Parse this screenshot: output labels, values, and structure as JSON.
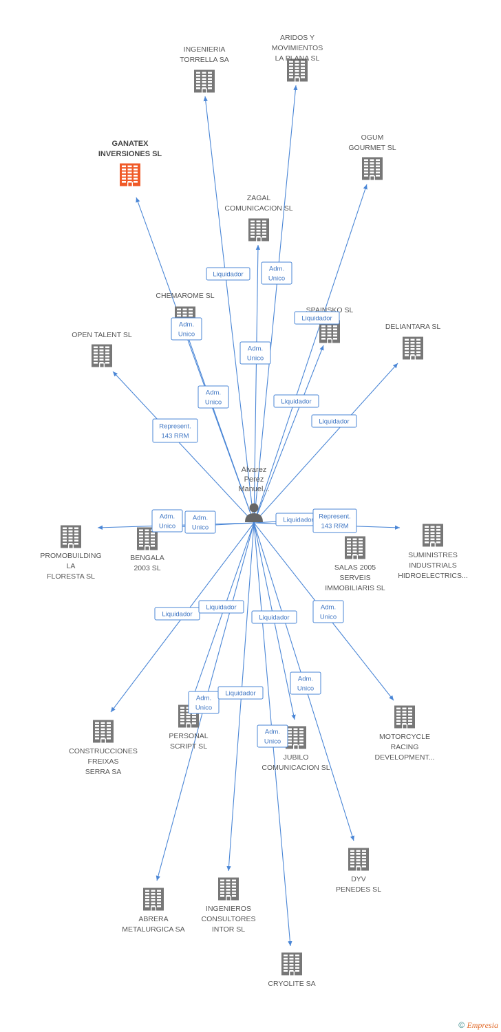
{
  "person": {
    "name_lines": [
      "Alvarez",
      "Perez",
      "Manuel..."
    ]
  },
  "companies": [
    {
      "id": "ingenieria",
      "label": [
        "INGENIERIA",
        "TORRELLA SA"
      ]
    },
    {
      "id": "aridos",
      "label": [
        "ARIDOS Y",
        "MOVIMIENTOS",
        "LA PLANA SL"
      ]
    },
    {
      "id": "ganatex",
      "label": [
        "GANATEX",
        "INVERSIONES SL"
      ],
      "highlight": true
    },
    {
      "id": "ogum",
      "label": [
        "OGUM",
        "GOURMET SL"
      ]
    },
    {
      "id": "zagal",
      "label": [
        "ZAGAL",
        "COMUNICACION SL"
      ]
    },
    {
      "id": "chemarome",
      "label": [
        "CHEMAROME SL"
      ]
    },
    {
      "id": "spainsko",
      "label": [
        "SPAINSKO SL"
      ]
    },
    {
      "id": "open_talent",
      "label": [
        "OPEN TALENT SL"
      ]
    },
    {
      "id": "deliantara",
      "label": [
        "DELIANTARA SL"
      ]
    },
    {
      "id": "promobuilding",
      "label": [
        "PROMOBUILDING",
        "LA",
        "FLORESTA SL"
      ]
    },
    {
      "id": "bengala",
      "label": [
        "BENGALA",
        "2003 SL"
      ]
    },
    {
      "id": "salas",
      "label": [
        "SALAS 2005",
        "SERVEIS",
        "IMMOBILIARIS SL"
      ]
    },
    {
      "id": "suministres",
      "label": [
        "SUMINISTRES",
        "INDUSTRIALS",
        "HIDROELECTRICS..."
      ]
    },
    {
      "id": "construcciones",
      "label": [
        "CONSTRUCCIONES",
        "FREIXAS",
        "SERRA SA"
      ]
    },
    {
      "id": "personal",
      "label": [
        "PERSONAL",
        "SCRIPT SL"
      ]
    },
    {
      "id": "motorcycle",
      "label": [
        "MOTORCYCLE",
        "RACING",
        "DEVELOPMENT..."
      ]
    },
    {
      "id": "jubilo",
      "label": [
        "JUBILO",
        "COMUNICACION SL"
      ]
    },
    {
      "id": "dyv",
      "label": [
        "DYV",
        "PENEDES SL"
      ]
    },
    {
      "id": "abrera",
      "label": [
        "ABRERA",
        "METALURGICA SA"
      ]
    },
    {
      "id": "ingenieros",
      "label": [
        "INGENIEROS",
        "CONSULTORES",
        "INTOR SL"
      ]
    },
    {
      "id": "cryolite",
      "label": [
        "CRYOLITE SA"
      ]
    }
  ],
  "edges": [
    {
      "to": "ingenieria",
      "role": [
        "Liquidador"
      ]
    },
    {
      "to": "aridos",
      "role": [
        "Adm.",
        "Unico"
      ]
    },
    {
      "to": "ganatex",
      "role": [
        "Adm.",
        "Unico"
      ]
    },
    {
      "to": "ogum",
      "role": [
        "Liquidador"
      ]
    },
    {
      "to": "zagal",
      "role": [
        "Adm.",
        "Unico"
      ]
    },
    {
      "to": "chemarome",
      "role": [
        "Adm.",
        "Unico"
      ]
    },
    {
      "to": "spainsko",
      "role": [
        "Liquidador"
      ]
    },
    {
      "to": "open_talent",
      "role": [
        "Represent.",
        "143 RRM"
      ]
    },
    {
      "to": "deliantara",
      "role": [
        "Liquidador"
      ]
    },
    {
      "to": "promobuilding",
      "role": [
        "Adm.",
        "Unico"
      ]
    },
    {
      "to": "bengala",
      "role": [
        "Adm.",
        "Unico"
      ]
    },
    {
      "to": "salas",
      "role": [
        "Liquidador"
      ]
    },
    {
      "to": "suministres",
      "role": [
        "Represent.",
        "143 RRM"
      ]
    },
    {
      "to": "construcciones",
      "role": [
        "Liquidador"
      ]
    },
    {
      "to": "personal",
      "role": [
        "Adm.",
        "Unico"
      ]
    },
    {
      "to": "motorcycle",
      "role": [
        "Adm.",
        "Unico"
      ]
    },
    {
      "to": "jubilo",
      "role": [
        "Liquidador"
      ]
    },
    {
      "to": "dyv",
      "role": [
        "Adm.",
        "Unico"
      ]
    },
    {
      "to": "abrera",
      "role": [
        "Liquidador"
      ]
    },
    {
      "to": "ingenieros",
      "role": [
        "Liquidador"
      ]
    },
    {
      "to": "cryolite",
      "role": [
        "Adm.",
        "Unico"
      ]
    }
  ],
  "colors": {
    "edge": "#4a86d6",
    "building": "#777777",
    "highlight": "#f05a28",
    "person": "#666666"
  },
  "footer": {
    "copyright": "©",
    "brand": "Empresia"
  }
}
